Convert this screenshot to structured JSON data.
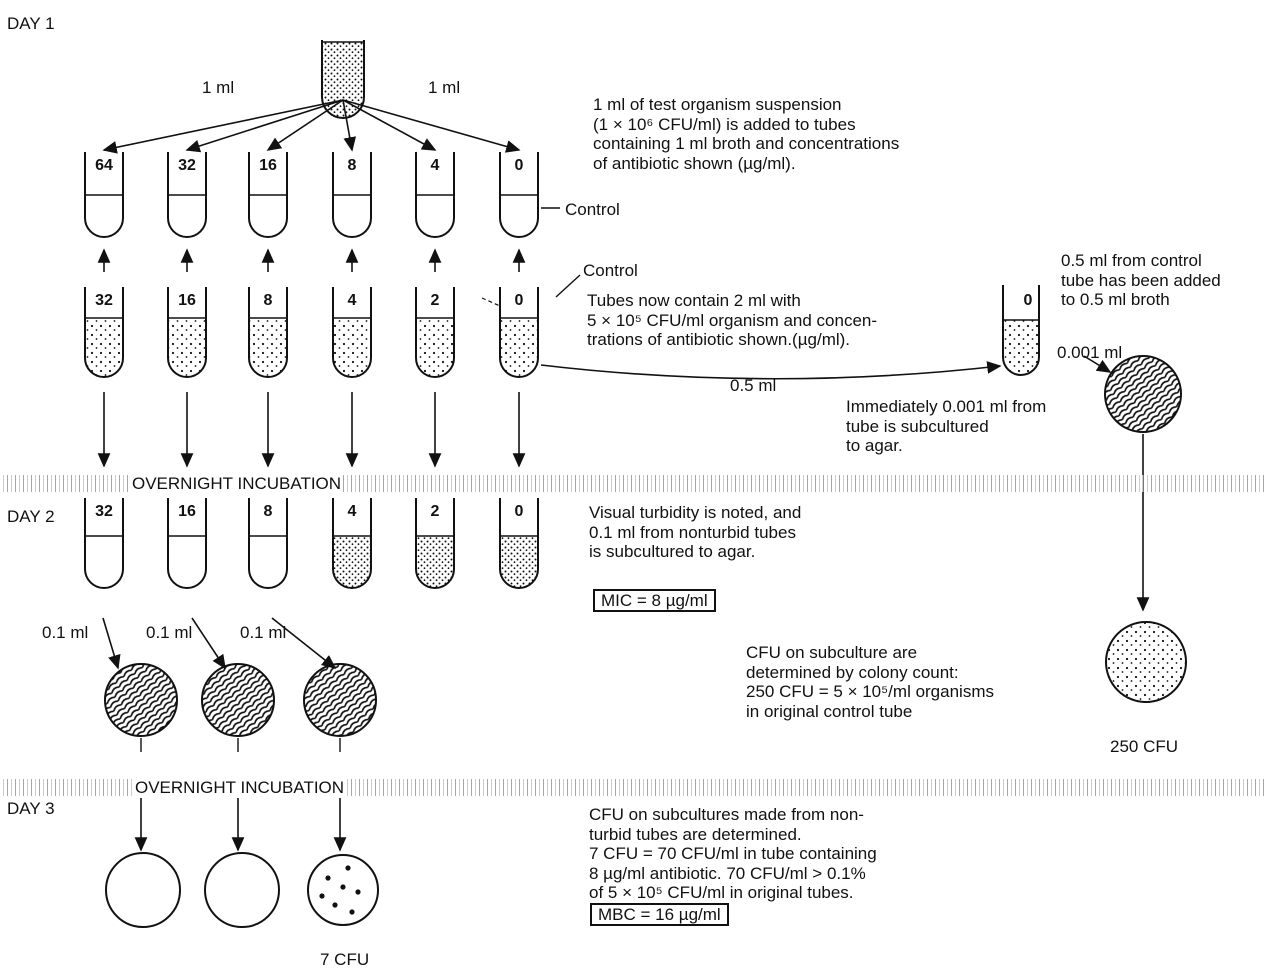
{
  "days": {
    "day1": "DAY 1",
    "day2": "DAY 2",
    "day3": "DAY 3"
  },
  "transfer_labels": {
    "left": "1 ml",
    "right": "1 ml",
    "half_ml": "0.5 ml",
    "thousandth_ml": "0.001 ml",
    "tenth_ml": "0.1 ml"
  },
  "tubes_row1": [
    "64",
    "32",
    "16",
    "8",
    "4",
    "0"
  ],
  "tubes_row2": [
    "32",
    "16",
    "8",
    "4",
    "2",
    "0"
  ],
  "tubes_day2": [
    "32",
    "16",
    "8",
    "4",
    "2",
    "0"
  ],
  "control_tube": "0",
  "control_label": "Control",
  "notes": {
    "n1": [
      "1 ml of test organism suspension",
      "(1 × 10⁶ CFU/ml) is added to tubes",
      "containing 1 ml broth and concentrations",
      "of antibiotic shown (µg/ml)."
    ],
    "n2": [
      "Tubes now contain 2 ml with",
      "5 × 10⁵ CFU/ml organism and concen-",
      "trations of antibiotic shown.(µg/ml)."
    ],
    "n3": [
      "0.5 ml from control",
      "tube has been added",
      "to 0.5 ml broth"
    ],
    "n4": [
      "Immediately 0.001 ml from",
      "tube is subcultured",
      "to agar."
    ],
    "n5": [
      "Visual turbidity is noted, and",
      "0.1 ml from nonturbid tubes",
      "is subcultured to agar."
    ],
    "n6": [
      "CFU on subculture are",
      "determined by colony count:",
      "250 CFU = 5 × 10⁵/ml organisms",
      "in original control tube"
    ],
    "n7": [
      "CFU on subcultures made from non-",
      "turbid tubes are determined.",
      "7 CFU = 70 CFU/ml in tube containing",
      "8 µg/ml antibiotic. 70 CFU/ml > 0.1%",
      "of 5 × 10⁵ CFU/ml in original tubes."
    ]
  },
  "mic_label": "MIC = 8 µg/ml",
  "mbc_label": "MBC = 16 µg/ml",
  "incubation_label": "OVERNIGHT INCUBATION",
  "cfu_control": "250 CFU",
  "cfu_day3": "7 CFU"
}
